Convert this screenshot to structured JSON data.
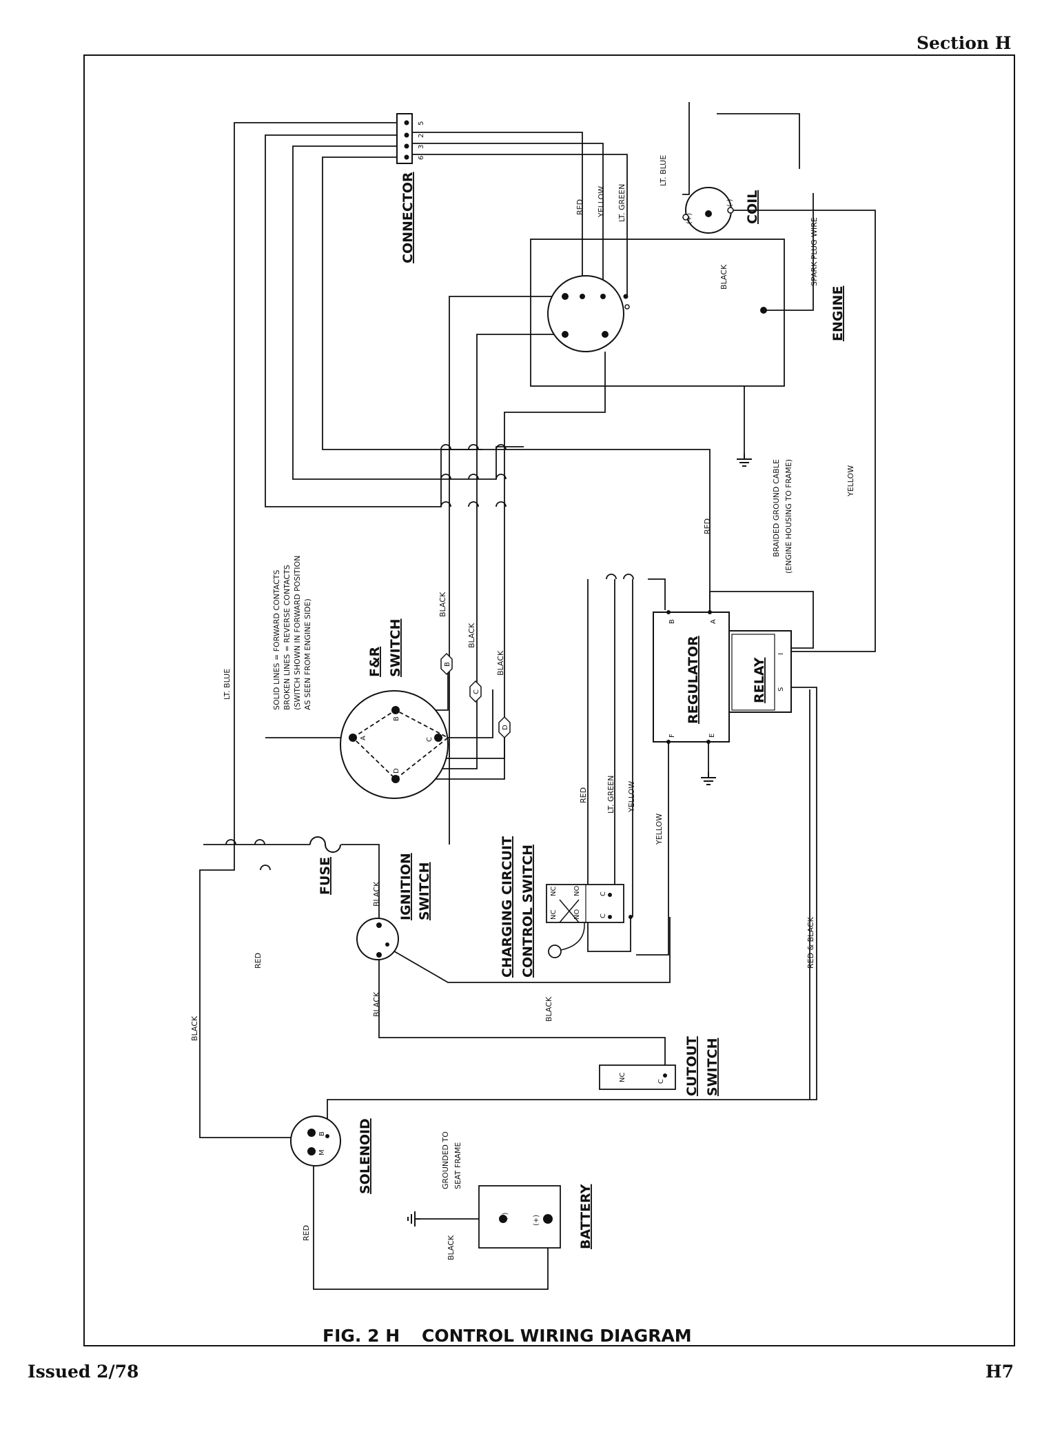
{
  "page": {
    "section": "Section H",
    "issued": "Issued 2/78",
    "page_no": "H7"
  },
  "caption": {
    "fig": "FIG. 2 H",
    "title": "CONTROL WIRING DIAGRAM"
  },
  "components": {
    "connector": "CONNECTOR",
    "connector_pins": [
      "5",
      "2",
      "3",
      "6"
    ],
    "coil": "COIL",
    "coil_neg": "(-)",
    "coil_pos": "(+)",
    "engine": "ENGINE",
    "regulator": "REGULATOR",
    "relay": "RELAY",
    "fr_switch_1": "F&R",
    "fr_switch_2": "SWITCH",
    "fuse": "FUSE",
    "ignition_1": "IGNITION",
    "ignition_2": "SWITCH",
    "charging_1": "CHARGING CIRCUIT",
    "charging_2": "CONTROL SWITCH",
    "cutout_1": "CUTOUT",
    "cutout_2": "SWITCH",
    "solenoid": "SOLENOID",
    "battery": "BATTERY",
    "battery_neg": "(-)",
    "battery_pos": "(+)",
    "grounded_1": "GROUNDED TO",
    "grounded_2": "SEAT FRAME",
    "ground_cable_1": "BRAIDED GROUND CABLE",
    "ground_cable_2": "(ENGINE HOUSING TO FRAME)"
  },
  "pins": {
    "regulator_b": "B",
    "regulator_a": "A",
    "regulator_f": "F",
    "regulator_e": "E",
    "relay_i": "I",
    "relay_s": "S",
    "fr_a": "A",
    "fr_b": "B",
    "fr_c": "C",
    "fr_d": "D",
    "tag_b": "B",
    "tag_c": "C",
    "tag_d": "D",
    "solenoid_b": "B",
    "solenoid_m": "M",
    "charge_nc1": "NC",
    "charge_nc2": "NC",
    "charge_no1": "NO",
    "charge_no2": "NO",
    "charge_c1": "C",
    "charge_c2": "C",
    "cutout_nc": "NC",
    "cutout_c": "C"
  },
  "note": [
    "SOLID LINES = FORWARD CONTACTS",
    "BROKEN LINES = REVERSE CONTACTS",
    "(SWITCH SHOWN IN FORWARD POSITION",
    "AS SEEN FROM ENGINE SIDE)"
  ],
  "wires": {
    "red": "RED",
    "yellow": "YELLOW",
    "lt_green": "LT. GREEN",
    "lt_blue": "LT. BLUE",
    "black": "BLACK",
    "spark_plug": "SPARK PLUG WIRE",
    "red_black": "RED & BLACK"
  }
}
